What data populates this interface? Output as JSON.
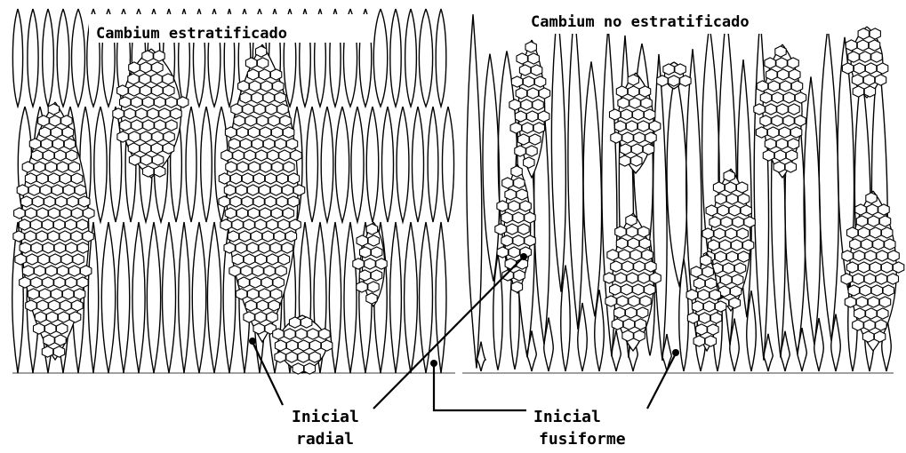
{
  "panels": {
    "left_title": "Cambium estratificado",
    "right_title": "Cambium no estratificado"
  },
  "labels": {
    "ray_line1": "Inicial",
    "ray_line2": "radial",
    "fusiform_line1": "Inicial",
    "fusiform_line2": "fusiforme"
  },
  "colors": {
    "ink": "#000000",
    "paper": "#ffffff"
  }
}
